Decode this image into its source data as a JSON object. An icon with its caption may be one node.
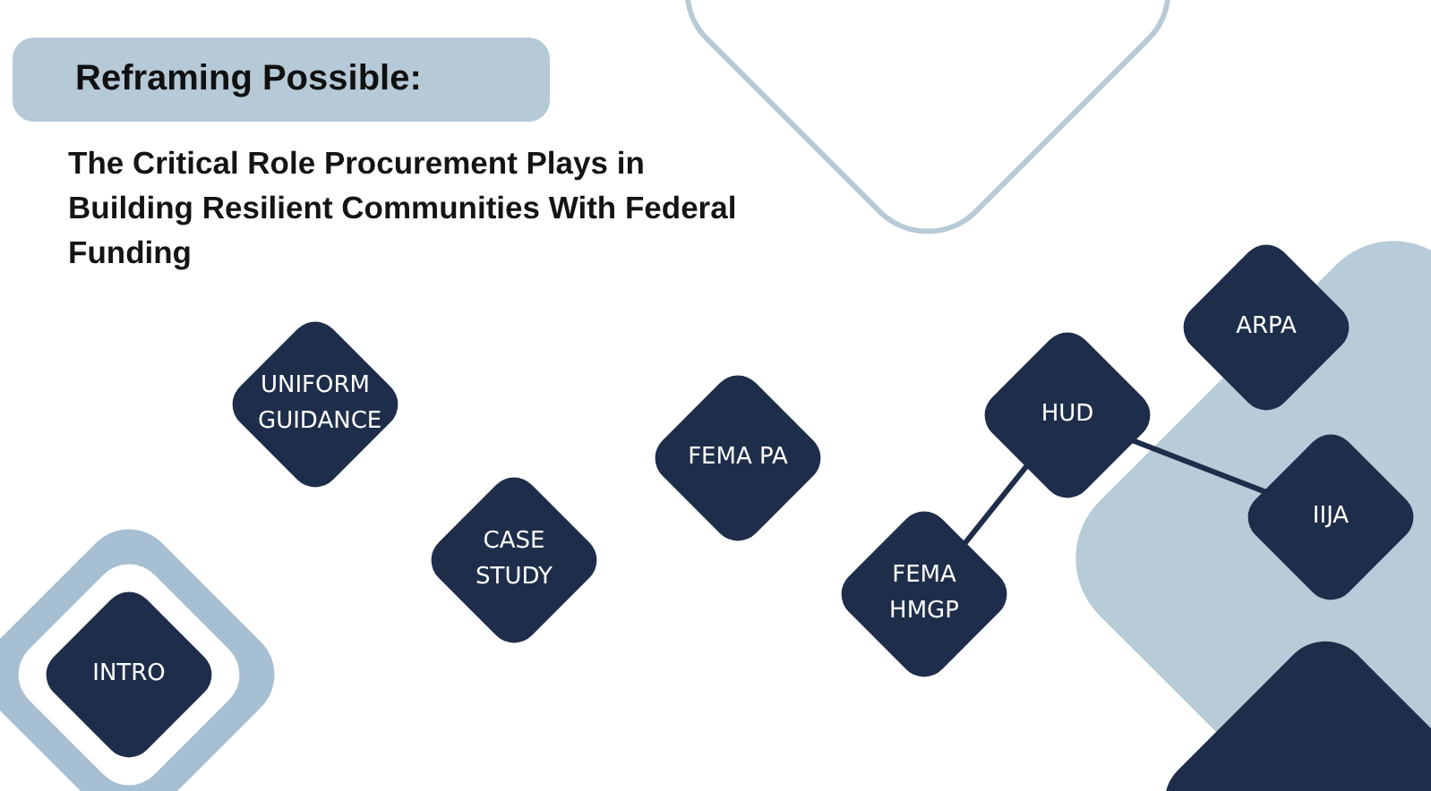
{
  "diagram": {
    "title": "Reframing Possible:",
    "nodes": [
      {
        "text": [
          "UNIFORM GUIDANCE"
        ]
      },
      {
        "text": [
          "CASE STUDY"
        ]
      },
      {
        "text": [
          "FEMA PA"
        ]
      },
      {
        "text": [
          "HUD"
        ]
      },
      {
        "text": [
          "FEMA HMGP"
        ]
      },
      {
        "text": [
          "ARPA"
        ]
      },
      {
        "text": [
          "IIJA"
        ]
      },
      {
        "text": [
          "INTRO"
        ]
      }
    ],
    "edges": [
      {
        "from": 3,
        "to": 4,
        "arrow": "none"
      },
      {
        "from": 3,
        "to": 6,
        "arrow": "none"
      }
    ],
    "labels": [
      "The Critical Role Procurement Plays in Building Resilient Communities With Federal Funding"
    ]
  }
}
